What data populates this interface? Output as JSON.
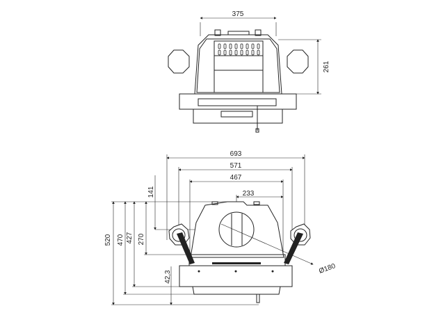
{
  "top_view": {
    "width_dim": "375",
    "height_dim": "261"
  },
  "front_view": {
    "overall_width": "693",
    "frame_width": "571",
    "opening_width": "467",
    "flue_offset": "233",
    "flue_depth": "141",
    "overall_height": "520",
    "height_470": "470",
    "height_427": "427",
    "height_270": "270",
    "base_height": "42,3",
    "flue_diameter": "Ø180"
  }
}
